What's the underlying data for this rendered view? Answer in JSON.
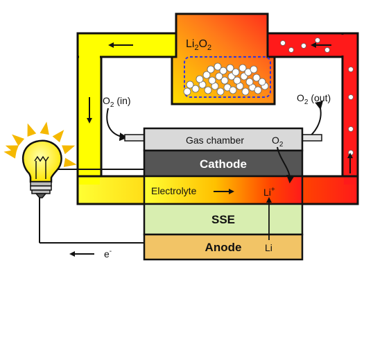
{
  "labels": {
    "li2o2": "Li",
    "li2o2_sub1": "2",
    "li2o2_mid": "O",
    "li2o2_sub2": "2",
    "o2_in_main": "O",
    "o2_in_sub": "2",
    "o2_in_tail": " (in)",
    "o2_out_main": "O",
    "o2_out_sub": "2",
    "o2_out_tail": " (out)",
    "gas_chamber": "Gas chamber",
    "gas_o2_main": "O",
    "gas_o2_sub": "2",
    "cathode": "Cathode",
    "electrolyte": "Electrolyte",
    "li_plus": "Li",
    "li_plus_sup": "+",
    "sse": "SSE",
    "anode": "Anode",
    "li": "Li",
    "electron": "e",
    "electron_sup": "-"
  },
  "colors": {
    "loop_yellow": "#ffff00",
    "loop_red": "#ff1a1a",
    "tank_orange": "#ff8a1a",
    "gas_chamber": "#d9d9d9",
    "cathode": "#555555",
    "sse": "#d8eeb0",
    "anode": "#f2c466",
    "bulb": "#ffee33",
    "rays": "#f5b800",
    "bubble_outline": "#4444cc"
  },
  "icons": [
    "light-bulb-icon"
  ]
}
